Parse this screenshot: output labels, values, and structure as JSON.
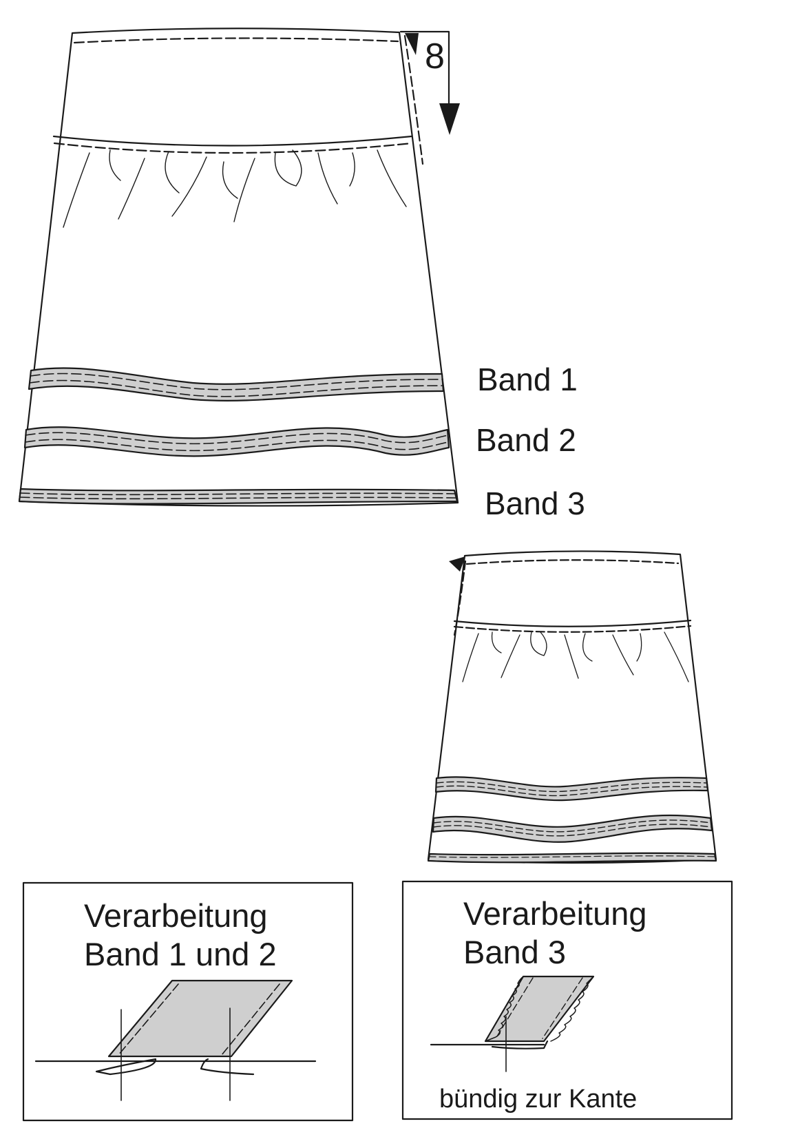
{
  "marker": "8",
  "bands": [
    "Band 1",
    "Band 2",
    "Band 3"
  ],
  "box_left": {
    "title_line1": "Verarbeitung",
    "title_line2": "Band 1 und 2"
  },
  "box_right": {
    "title_line1": "Verarbeitung",
    "title_line2": "Band 3",
    "caption": "bündig zur Kante"
  },
  "colors": {
    "line": "#1a1a1a",
    "band_fill": "#cfcfcf",
    "background": "#ffffff"
  }
}
